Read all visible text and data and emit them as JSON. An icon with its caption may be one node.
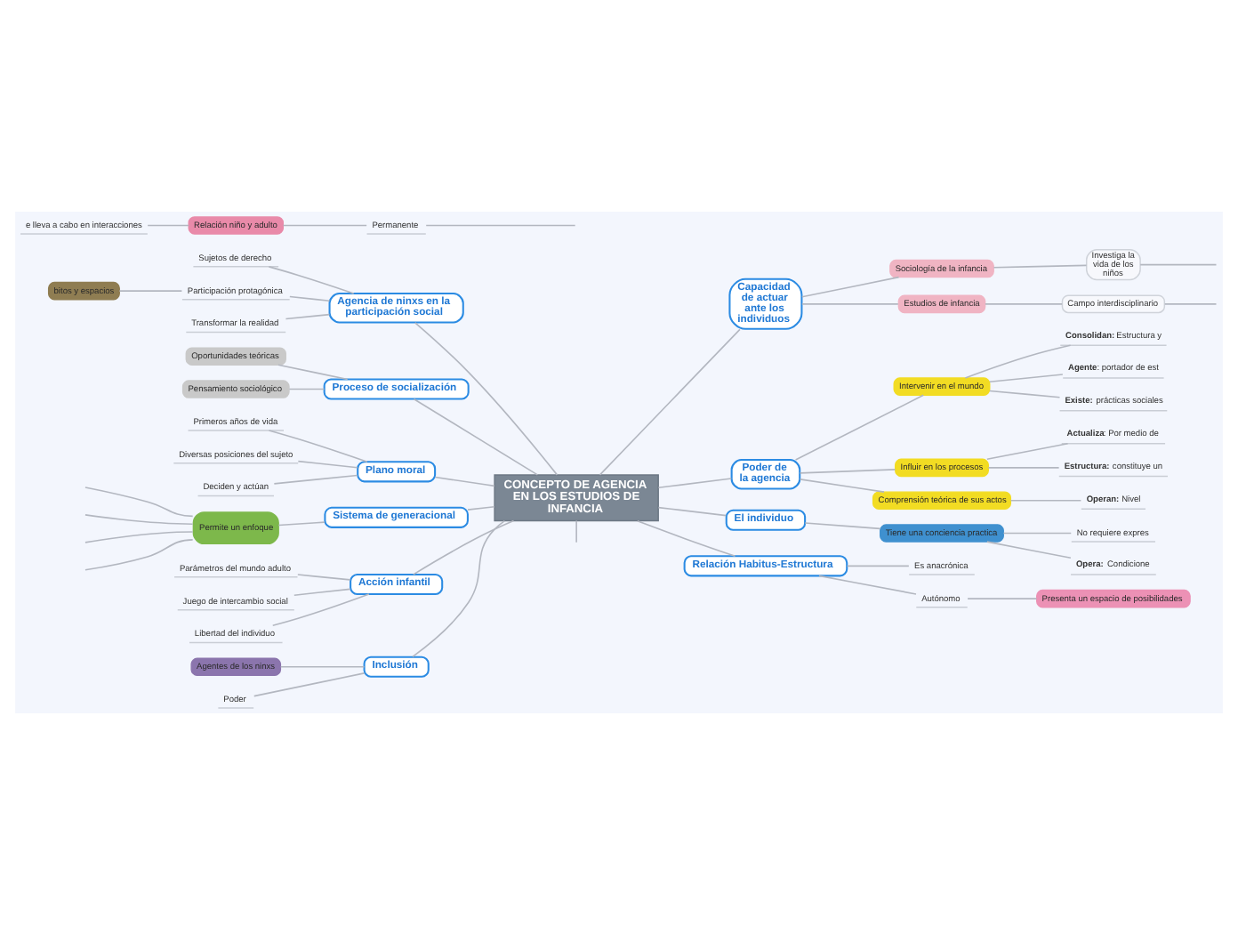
{
  "diagram": {
    "nodes": [
      {
        "text": [
          "CONCEPTO DE AGENCIA EN LOS ESTUDIOS DE INFANCIA"
        ]
      },
      {
        "text": [
          "e lleva a cabo en interacciones"
        ]
      },
      {
        "text": [
          "Relación niño y adulto"
        ]
      },
      {
        "text": [
          "Permanente"
        ]
      },
      {
        "text": [
          "Agencia de ninxs en la participación social"
        ]
      },
      {
        "text": [
          "Sujetos de derecho"
        ]
      },
      {
        "text": [
          "Participación protagónica"
        ]
      },
      {
        "text": [
          "bitos y espacios"
        ]
      },
      {
        "text": [
          "Transformar la realidad"
        ]
      },
      {
        "text": [
          "Proceso de socialización"
        ]
      },
      {
        "text": [
          "Oportunidades teóricas"
        ]
      },
      {
        "text": [
          "Pensamiento sociológico"
        ]
      },
      {
        "text": [
          "Plano moral"
        ]
      },
      {
        "text": [
          "Primeros años de vida"
        ]
      },
      {
        "text": [
          "Diversas posiciones del sujeto"
        ]
      },
      {
        "text": [
          "Deciden y actúan"
        ]
      },
      {
        "text": [
          "Sistema de generacional"
        ]
      },
      {
        "text": [
          "Permite un enfoque"
        ]
      },
      {
        "text": [
          "Acción infantil"
        ]
      },
      {
        "text": [
          "Parámetros del mundo adulto"
        ]
      },
      {
        "text": [
          "Juego de intercambio social"
        ]
      },
      {
        "text": [
          "Libertad del individuo"
        ]
      },
      {
        "text": [
          "Inclusión"
        ]
      },
      {
        "text": [
          "Agentes de los ninxs"
        ]
      },
      {
        "text": [
          "Poder"
        ]
      },
      {
        "text": [
          "Capacidad de actuar ante los individuos"
        ]
      },
      {
        "text": [
          "Sociología de la infancia"
        ]
      },
      {
        "text": [
          "Investiga la vida de los niños"
        ]
      },
      {
        "text": [
          "Estudios de infancia"
        ]
      },
      {
        "text": [
          "Campo interdisciplinario"
        ]
      },
      {
        "text": [
          "Poder de la agencia"
        ]
      },
      {
        "text": [
          "Intervenir en el mundo"
        ]
      },
      {
        "text": [
          "**Consolidan:** Estructura y"
        ]
      },
      {
        "text": [
          "**Agente**: portador de est"
        ]
      },
      {
        "text": [
          "**Existe:** prácticas sociales"
        ]
      },
      {
        "text": [
          "Influir en los procesos"
        ]
      },
      {
        "text": [
          "**Actualiza**: Por medio de"
        ]
      },
      {
        "text": [
          "**Estructura:** constituye un"
        ]
      },
      {
        "text": [
          "Comprensión teórica de sus actos"
        ]
      },
      {
        "text": [
          "**Operan:** Nivel"
        ]
      },
      {
        "text": [
          "El individuo"
        ]
      },
      {
        "text": [
          "Tiene una conciencia practica"
        ]
      },
      {
        "text": [
          "No requiere expres"
        ]
      },
      {
        "text": [
          "**Opera:** Condicione"
        ]
      },
      {
        "text": [
          "Relación Habitus-Estructura"
        ]
      },
      {
        "text": [
          "Es anacrónica"
        ]
      },
      {
        "text": [
          "Autónomo"
        ]
      },
      {
        "text": [
          "Presenta un espacio de posibilidades"
        ]
      }
    ],
    "edges": [
      {
        "from": 0,
        "to": null,
        "arrow": "none"
      },
      {
        "from": 1,
        "to": 2,
        "arrow": "none"
      },
      {
        "from": 2,
        "to": 3,
        "arrow": "none"
      },
      {
        "from": 3,
        "to": null,
        "arrow": "none"
      },
      {
        "from": 4,
        "to": 0,
        "arrow": "none"
      },
      {
        "from": 5,
        "to": 4,
        "arrow": "none"
      },
      {
        "from": 6,
        "to": 4,
        "arrow": "none"
      },
      {
        "from": 7,
        "to": 6,
        "arrow": "none"
      },
      {
        "from": 8,
        "to": 4,
        "arrow": "none"
      },
      {
        "from": 9,
        "to": 0,
        "arrow": "none"
      },
      {
        "from": 10,
        "to": 9,
        "arrow": "none"
      },
      {
        "from": 11,
        "to": 9,
        "arrow": "none"
      },
      {
        "from": 12,
        "to": 0,
        "arrow": "none"
      },
      {
        "from": 13,
        "to": 12,
        "arrow": "none"
      },
      {
        "from": 14,
        "to": 12,
        "arrow": "none"
      },
      {
        "from": 15,
        "to": 12,
        "arrow": "none"
      },
      {
        "from": 16,
        "to": 0,
        "arrow": "none"
      },
      {
        "from": 17,
        "to": 16,
        "arrow": "none"
      },
      {
        "from": null,
        "to": 17,
        "arrow": "none"
      },
      {
        "from": null,
        "to": 17,
        "arrow": "none"
      },
      {
        "from": null,
        "to": 17,
        "arrow": "none"
      },
      {
        "from": null,
        "to": 17,
        "arrow": "none"
      },
      {
        "from": 18,
        "to": 0,
        "arrow": "none"
      },
      {
        "from": 19,
        "to": 18,
        "arrow": "none"
      },
      {
        "from": 20,
        "to": 18,
        "arrow": "none"
      },
      {
        "from": 21,
        "to": 18,
        "arrow": "none"
      },
      {
        "from": 22,
        "to": 0,
        "arrow": "none"
      },
      {
        "from": 23,
        "to": 22,
        "arrow": "none"
      },
      {
        "from": 24,
        "to": 22,
        "arrow": "none"
      },
      {
        "from": 0,
        "to": 25,
        "arrow": "none"
      },
      {
        "from": 25,
        "to": 26,
        "arrow": "none"
      },
      {
        "from": 26,
        "to": 27,
        "arrow": "none"
      },
      {
        "from": 27,
        "to": null,
        "arrow": "none"
      },
      {
        "from": 25,
        "to": 28,
        "arrow": "none"
      },
      {
        "from": 28,
        "to": 29,
        "arrow": "none"
      },
      {
        "from": 29,
        "to": null,
        "arrow": "none"
      },
      {
        "from": 0,
        "to": 30,
        "arrow": "none"
      },
      {
        "from": 30,
        "to": 31,
        "arrow": "none"
      },
      {
        "from": 31,
        "to": 32,
        "arrow": "none"
      },
      {
        "from": 31,
        "to": 33,
        "arrow": "none"
      },
      {
        "from": 31,
        "to": 34,
        "arrow": "none"
      },
      {
        "from": 30,
        "to": 35,
        "arrow": "none"
      },
      {
        "from": 35,
        "to": 36,
        "arrow": "none"
      },
      {
        "from": 35,
        "to": 37,
        "arrow": "none"
      },
      {
        "from": 30,
        "to": 38,
        "arrow": "none"
      },
      {
        "from": 38,
        "to": 39,
        "arrow": "none"
      },
      {
        "from": 0,
        "to": 40,
        "arrow": "none"
      },
      {
        "from": 40,
        "to": 41,
        "arrow": "none"
      },
      {
        "from": 41,
        "to": 42,
        "arrow": "none"
      },
      {
        "from": 41,
        "to": 43,
        "arrow": "none"
      },
      {
        "from": 0,
        "to": 44,
        "arrow": "none"
      },
      {
        "from": 44,
        "to": 45,
        "arrow": "none"
      },
      {
        "from": 44,
        "to": 46,
        "arrow": "none"
      },
      {
        "from": 46,
        "to": 47,
        "arrow": "none"
      }
    ]
  }
}
